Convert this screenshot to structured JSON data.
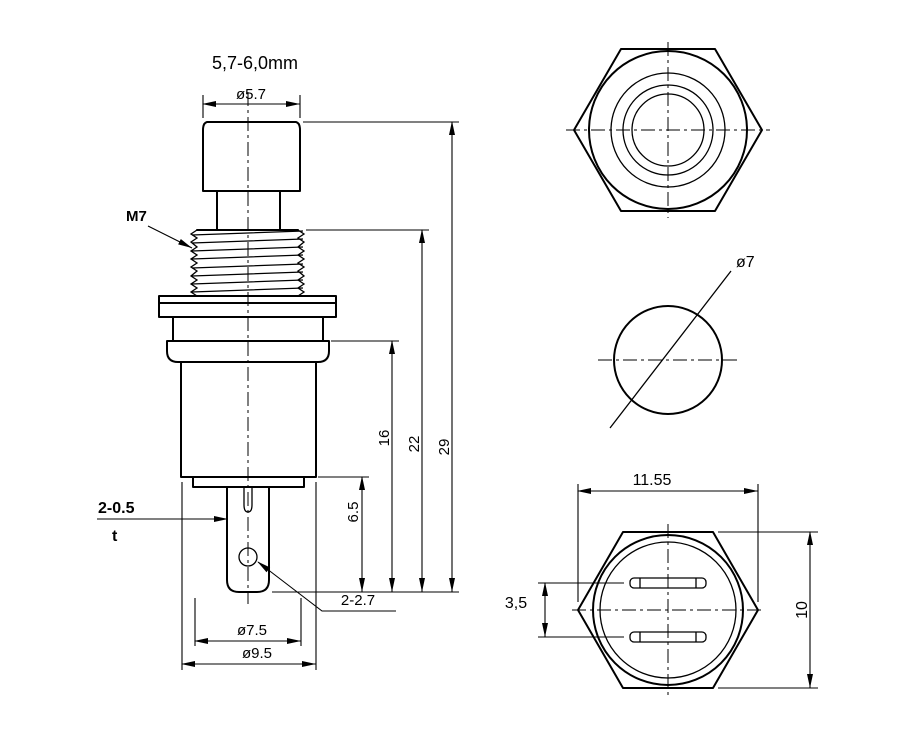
{
  "drawing": {
    "side_view": {
      "top_note": "5,7-6,0mm",
      "cap_diameter": "ø5.7",
      "thread_label": "M7",
      "overall_height": "29",
      "thread_to_tip_height": "22",
      "body_height": "16",
      "terminal_height": "6.5",
      "terminal_thickness": "2-0.5",
      "thickness_symbol": "t",
      "terminal_holes": "2-2.7",
      "inner_diameter": "ø7.5",
      "outer_diameter": "ø9.5"
    },
    "panel_hole_view": {
      "hole_diameter": "ø7"
    },
    "bottom_view": {
      "across_points": "11.55",
      "across_flats": "10",
      "terminal_spacing": "3,5"
    }
  }
}
